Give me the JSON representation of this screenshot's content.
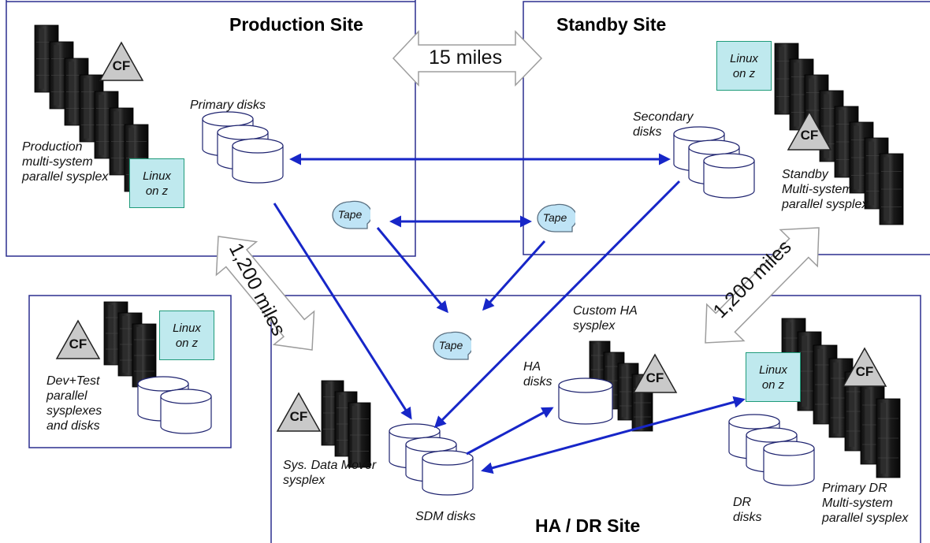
{
  "sites": {
    "production": "Production Site",
    "standby": "Standby Site",
    "hadr": "HA / DR Site"
  },
  "distances": {
    "production_standby": "15 miles",
    "production_hadr": "1,200 miles",
    "standby_hadr": "1,200 miles"
  },
  "labels": {
    "production_sysplex": "Production\nmulti-system\nparallel sysplex",
    "primary_disks": "Primary disks",
    "secondary_disks": "Secondary\ndisks",
    "standby_sysplex": "Standby\nMulti-system\nparallel sysplex",
    "devtest": "Dev+Test\nparallel\nsysplexes\nand disks",
    "custom_ha": "Custom HA\nsysplex",
    "ha_disks": "HA\ndisks",
    "sdm_sysplex": "Sys. Data Mover\nsysplex",
    "sdm_disks": "SDM disks",
    "dr_disks": "DR\ndisks",
    "primary_dr": "Primary DR\nMulti-system\nparallel sysplex"
  },
  "linux": {
    "production": "Linux\non z",
    "standby": "Linux\non z",
    "devtest": "Linux\non z",
    "dr": "Linux\non z"
  },
  "cf": {
    "production": "CF",
    "standby": "CF",
    "devtest": "CF",
    "sdm": "CF",
    "ha": "CF",
    "dr": "CF"
  },
  "tapes": {
    "production": "Tape",
    "standby": "Tape",
    "hadr": "Tape"
  },
  "colors": {
    "box_border": "#2b2f8f",
    "link_arrow": "#1726c8",
    "distance_arrow": "#b8b8b8",
    "linux_fill": "#bfe9ee",
    "linux_border": "#1f9b7a",
    "tape_fill": "#bfe4f6",
    "server_dark": "#161616"
  },
  "icons": [
    "server-rack-icon",
    "coupling-facility-icon",
    "disk-icon",
    "tape-icon",
    "linux-on-z-box"
  ]
}
